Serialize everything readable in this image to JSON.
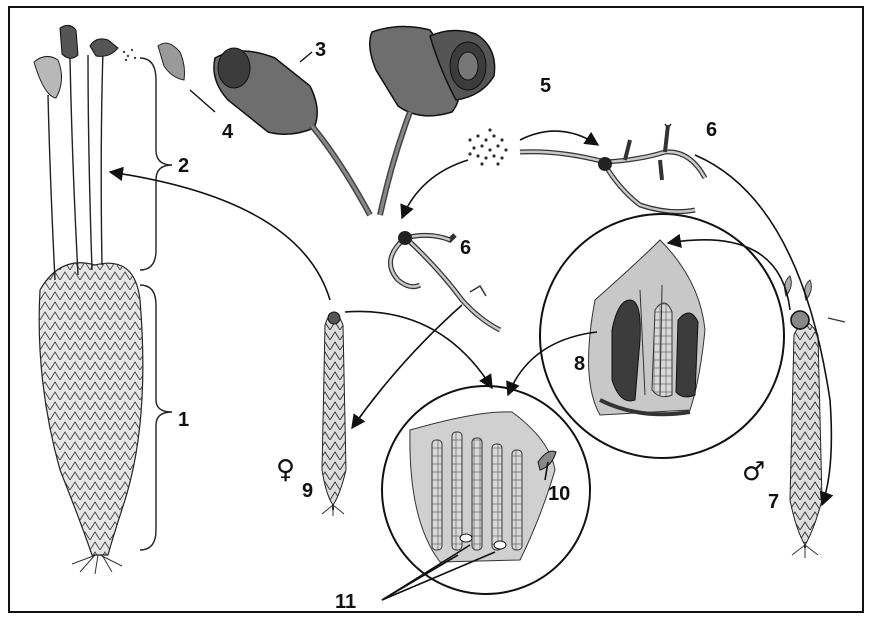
{
  "labels": {
    "l1": "1",
    "l2": "2",
    "l3": "3",
    "l4": "4",
    "l5": "5",
    "l6a": "6",
    "l6b": "6",
    "l7": "7",
    "l8": "8",
    "l9": "9",
    "l10": "10",
    "l11": "11"
  },
  "symbols": {
    "female": "♀",
    "male": "♂"
  },
  "colors": {
    "ink": "#111111",
    "capsule": "#6e6e6e",
    "capsule_dark": "#3c3c3c",
    "detail_fill": "#c8c8c8"
  }
}
